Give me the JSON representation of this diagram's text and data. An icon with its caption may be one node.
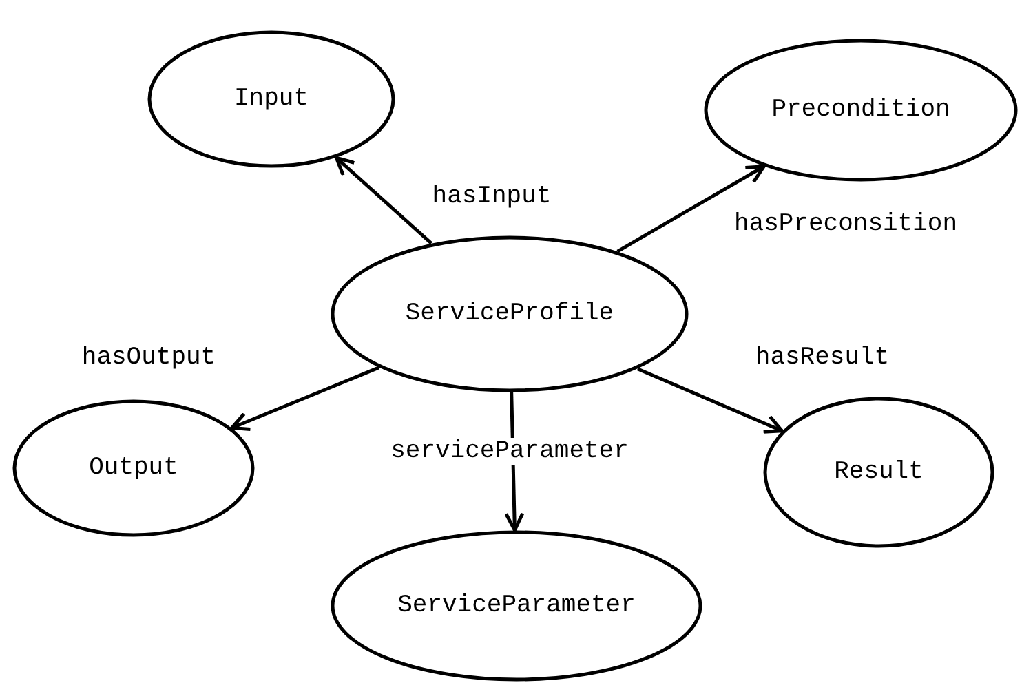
{
  "diagram": {
    "nodes": [
      {
        "text": [
          "Input"
        ]
      },
      {
        "text": [
          "Precondition"
        ]
      },
      {
        "text": [
          "ServiceProfile"
        ]
      },
      {
        "text": [
          "Output"
        ]
      },
      {
        "text": [
          "Result"
        ]
      },
      {
        "text": [
          "ServiceParameter"
        ]
      }
    ],
    "edges": [
      {
        "from": 2,
        "to": 0,
        "arrow": "to",
        "label": "hasInput"
      },
      {
        "from": 2,
        "to": 1,
        "arrow": "to",
        "label": "hasPreconsition"
      },
      {
        "from": 2,
        "to": 3,
        "arrow": "to",
        "label": "hasOutput"
      },
      {
        "from": 2,
        "to": 4,
        "arrow": "to",
        "label": "hasResult"
      },
      {
        "from": 2,
        "to": 5,
        "arrow": "to",
        "label": "serviceParameter"
      }
    ]
  }
}
